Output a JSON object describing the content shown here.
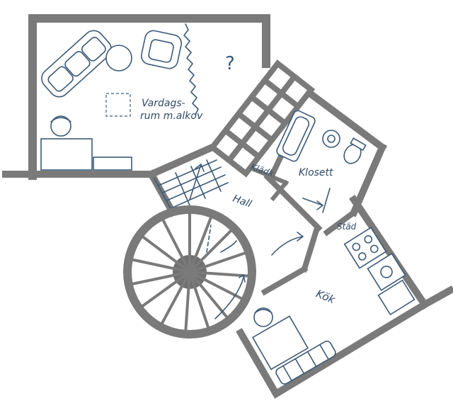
{
  "plan": {
    "wall_color": "#7a7a7a",
    "ink_color": "#3c5a78",
    "rooms": {
      "vardagsrum_line1": "Vardags-",
      "vardagsrum_line2": "rum m.alkov",
      "kladkammare": "Klädk.",
      "klosett": "Klosett",
      "hall": "Hall",
      "stad": "Städ",
      "kok": "Kök"
    },
    "question_mark": "?"
  }
}
